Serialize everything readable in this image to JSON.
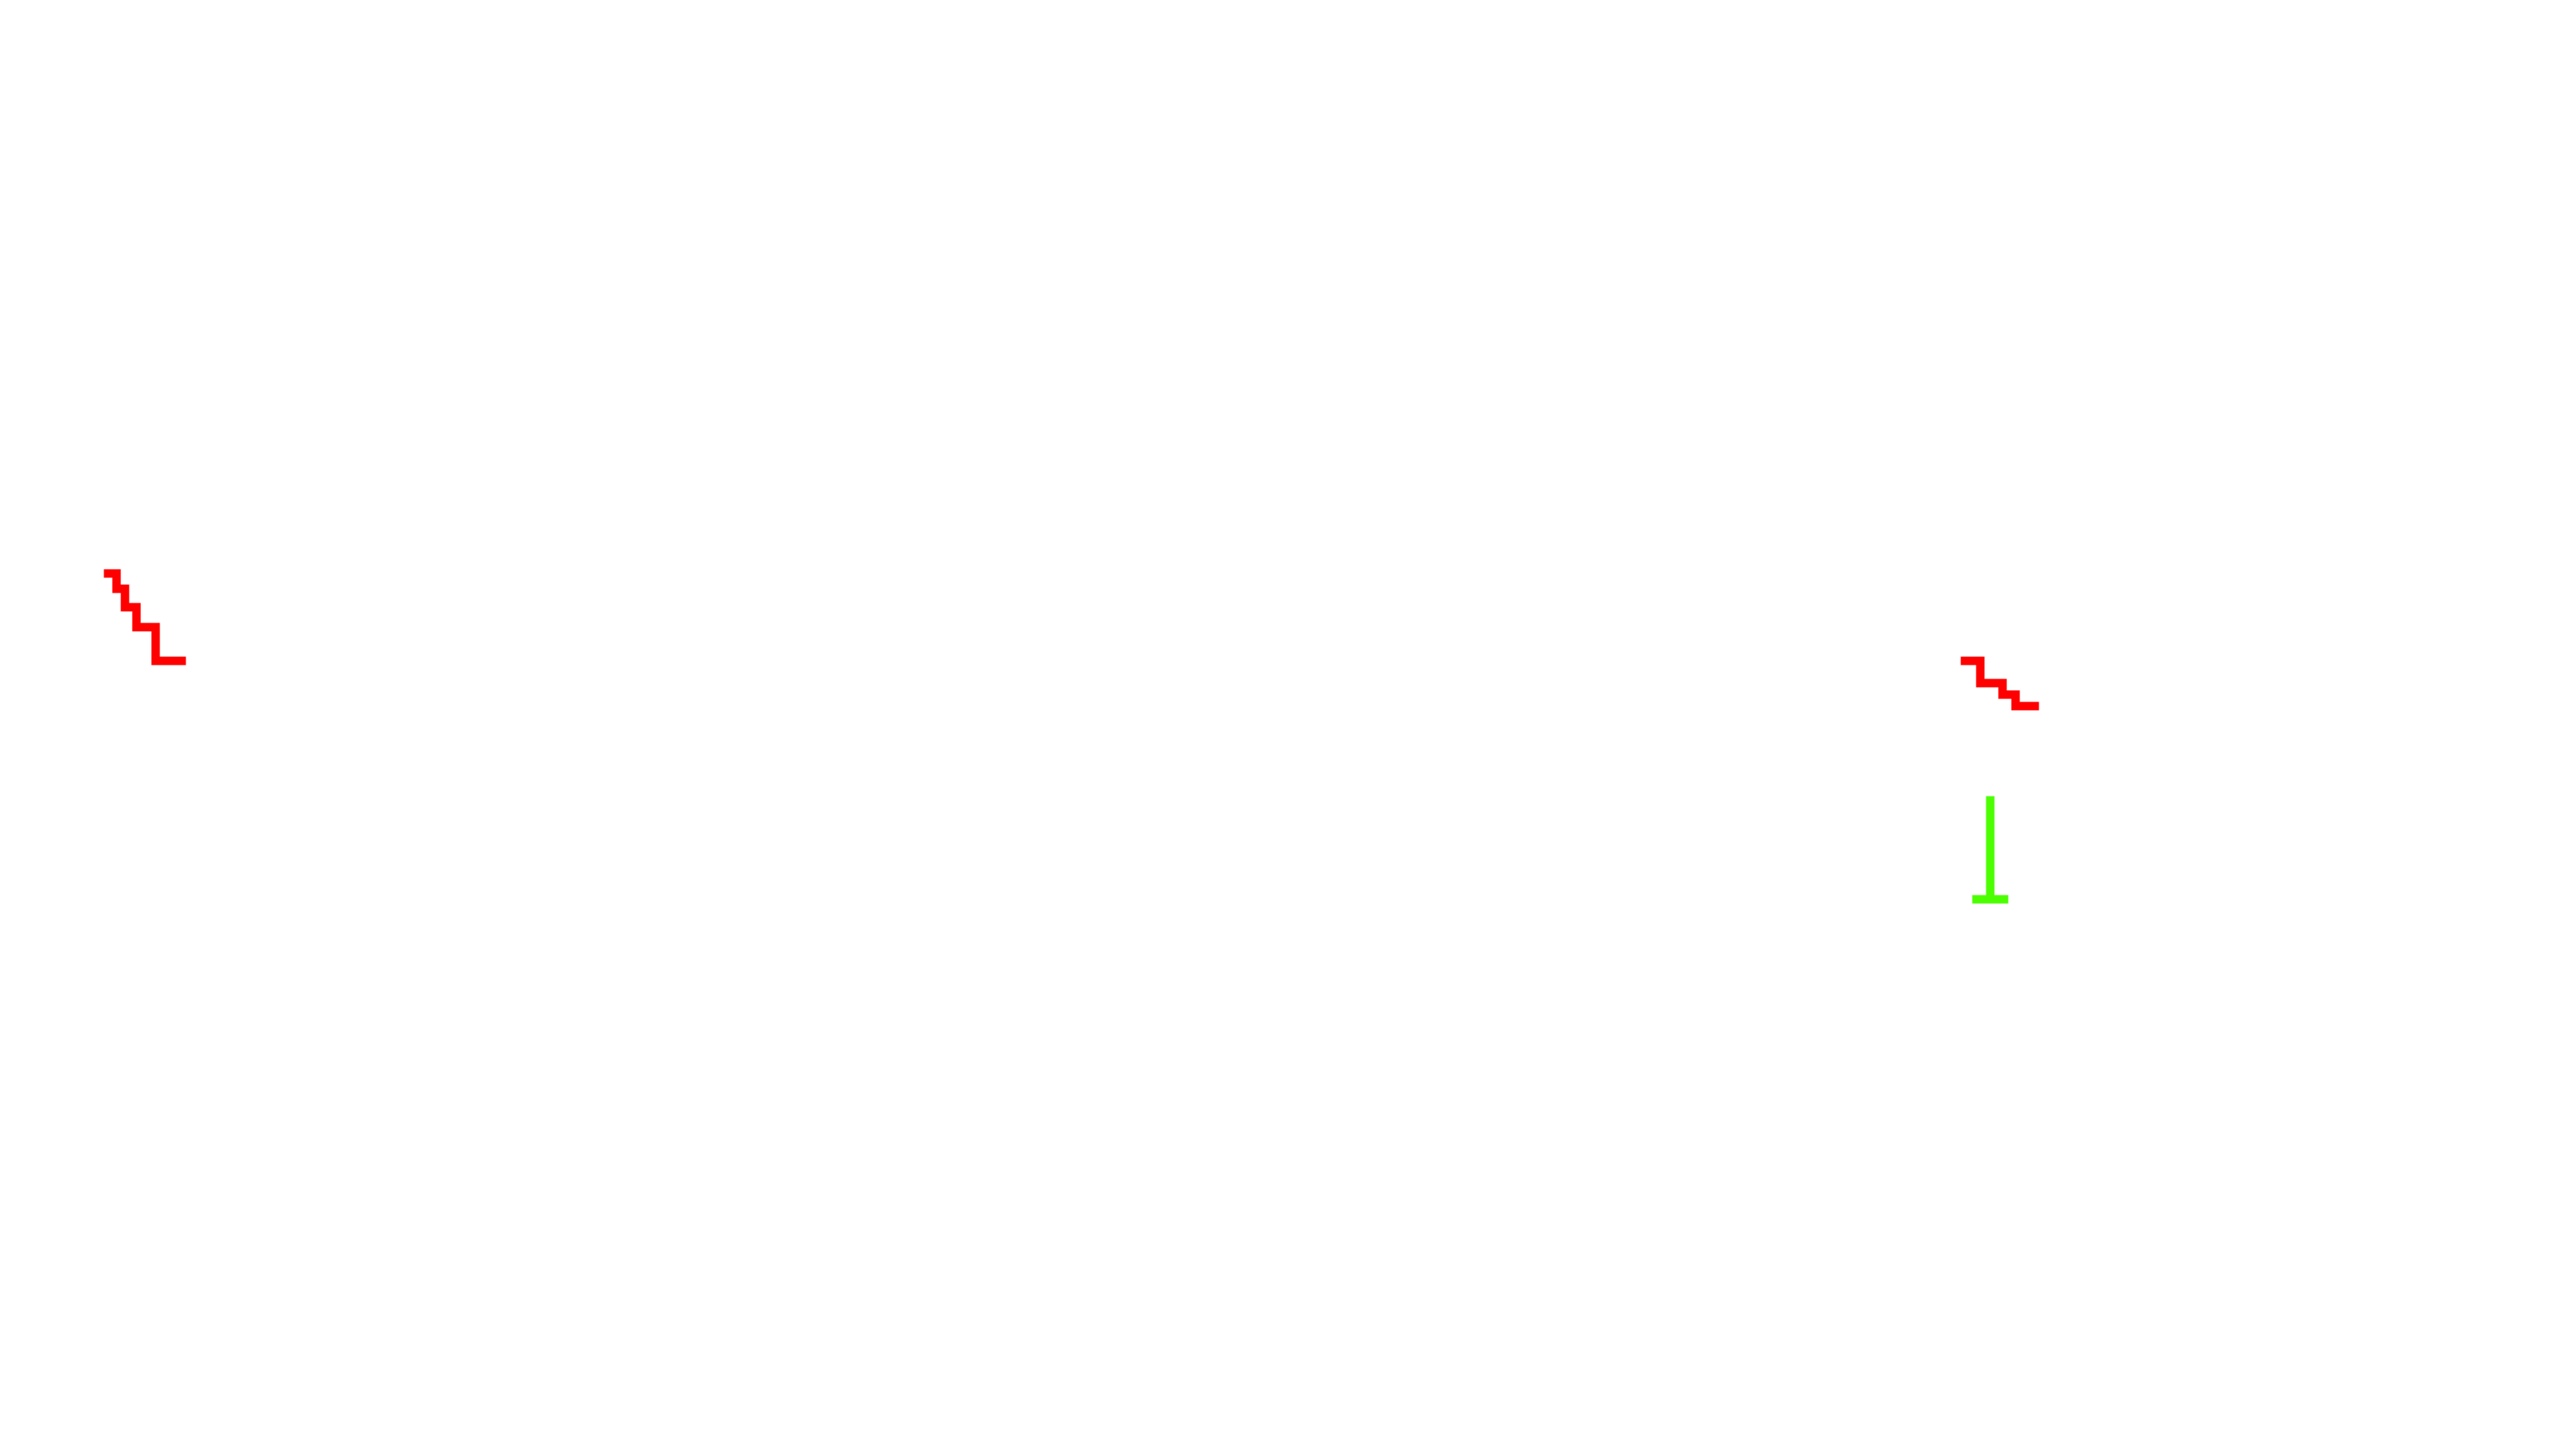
{
  "canvas": {
    "background": "#ffffff"
  },
  "strokes": [
    {
      "name": "red-staircase-stroke-left",
      "color": "#ff0000",
      "icon": "staircase-stroke"
    },
    {
      "name": "red-staircase-stroke-right",
      "color": "#ff0000",
      "icon": "staircase-stroke"
    },
    {
      "name": "green-t-stroke",
      "color": "#4cff00",
      "icon": "inverted-t-stroke"
    }
  ]
}
